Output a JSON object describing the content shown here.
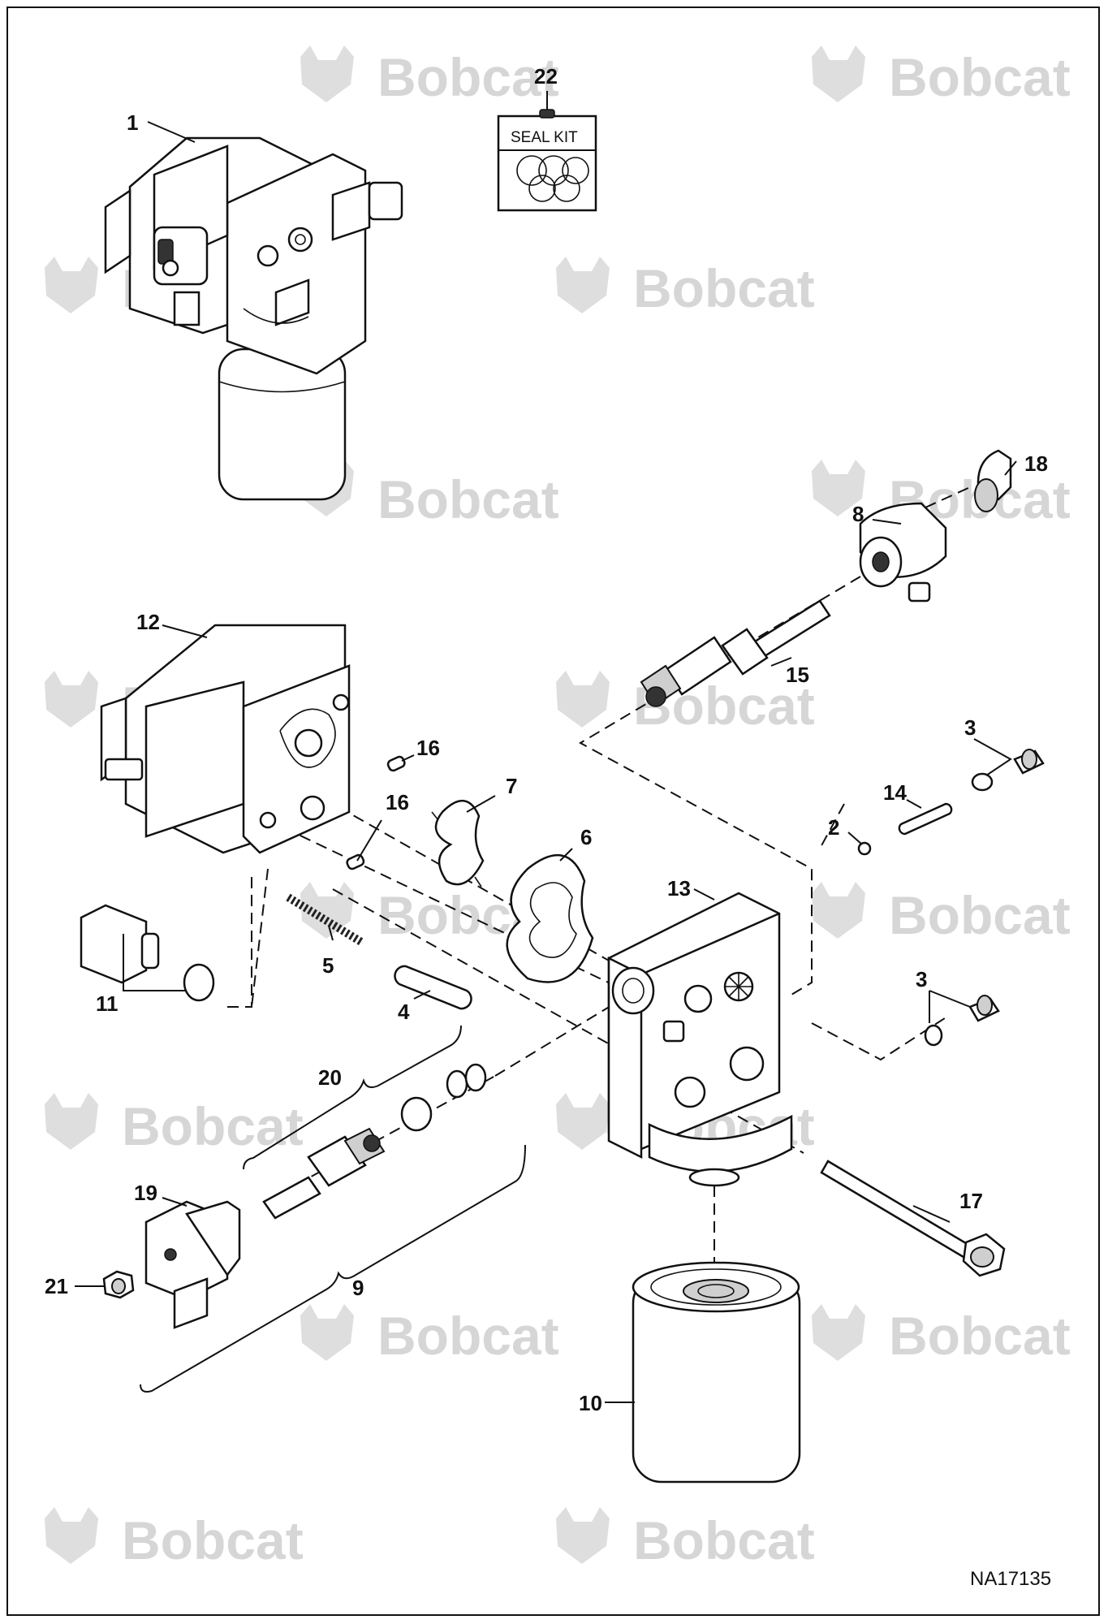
{
  "diagram": {
    "reference": "NA17135",
    "watermark_text": "Bobcat",
    "seal_kit_label": "SEAL KIT",
    "callouts": [
      {
        "id": "c1",
        "label": "1"
      },
      {
        "id": "c2",
        "label": "2"
      },
      {
        "id": "c3a",
        "label": "3"
      },
      {
        "id": "c3b",
        "label": "3"
      },
      {
        "id": "c4",
        "label": "4"
      },
      {
        "id": "c5",
        "label": "5"
      },
      {
        "id": "c6",
        "label": "6"
      },
      {
        "id": "c7",
        "label": "7"
      },
      {
        "id": "c8",
        "label": "8"
      },
      {
        "id": "c9",
        "label": "9"
      },
      {
        "id": "c10",
        "label": "10"
      },
      {
        "id": "c11",
        "label": "11"
      },
      {
        "id": "c12",
        "label": "12"
      },
      {
        "id": "c13",
        "label": "13"
      },
      {
        "id": "c14",
        "label": "14"
      },
      {
        "id": "c15",
        "label": "15"
      },
      {
        "id": "c16a",
        "label": "16"
      },
      {
        "id": "c16b",
        "label": "16"
      },
      {
        "id": "c17",
        "label": "17"
      },
      {
        "id": "c18",
        "label": "18"
      },
      {
        "id": "c19",
        "label": "19"
      },
      {
        "id": "c20",
        "label": "20"
      },
      {
        "id": "c21",
        "label": "21"
      },
      {
        "id": "c22",
        "label": "22"
      }
    ]
  }
}
